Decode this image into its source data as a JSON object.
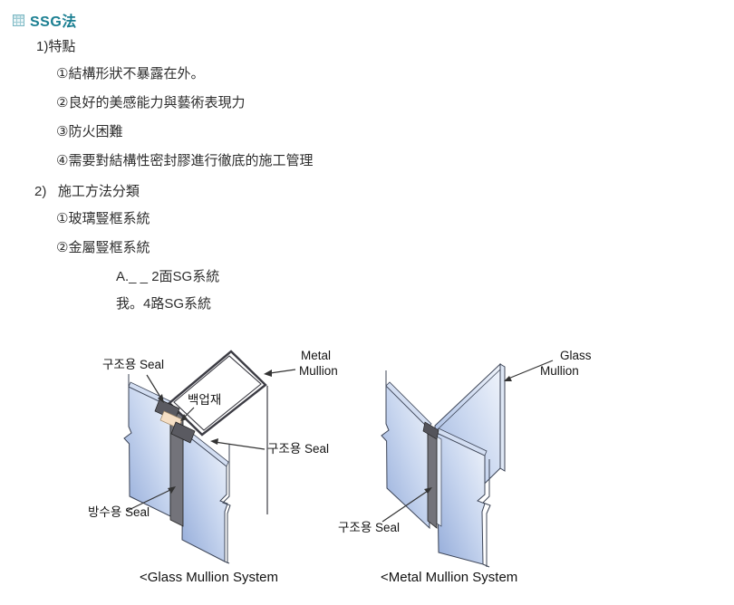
{
  "header": {
    "title": "SSG法",
    "accent_color": "#1b7f92"
  },
  "outline": [
    {
      "text": "1)特點"
    },
    {
      "text": "①結構形狀不暴露在外。"
    },
    {
      "text": "②良好的美感能力與藝術表現力"
    },
    {
      "text": "③防火困難"
    },
    {
      "text": "④需要對結構性密封膠進行徹底的施工管理"
    },
    {
      "text": "2)   施工方法分類"
    },
    {
      "text": "①玻璃豎框系統"
    },
    {
      "text": "②金屬豎框系統"
    },
    {
      "text": "A._ _ 2面SG系統"
    },
    {
      "text": "我。4路SG系統"
    }
  ],
  "diagrams": {
    "left": {
      "label_seal_top": "구조용 Seal",
      "label_mullion_line1": "Metal",
      "label_mullion_line2": "Mullion",
      "label_backup": "백업재",
      "label_seal_right": "구조용 Seal",
      "label_seal_waterproof": "방수용 Seal",
      "caption": "<Glass Mullion System"
    },
    "right": {
      "label_mullion_line1": "Glass",
      "label_mullion_line2": "Mullion",
      "label_seal": "구조용 Seal",
      "caption": "<Metal Mullion System"
    },
    "colors": {
      "glass_dark": "#93abd9",
      "glass_light": "#f0f4fb",
      "glass_edge_band": "#d3def2",
      "seal_gray": "#73737a",
      "joint_dark": "#5a5a61",
      "backup_peach": "#f6dfc5",
      "outline": "#3c4456"
    }
  }
}
